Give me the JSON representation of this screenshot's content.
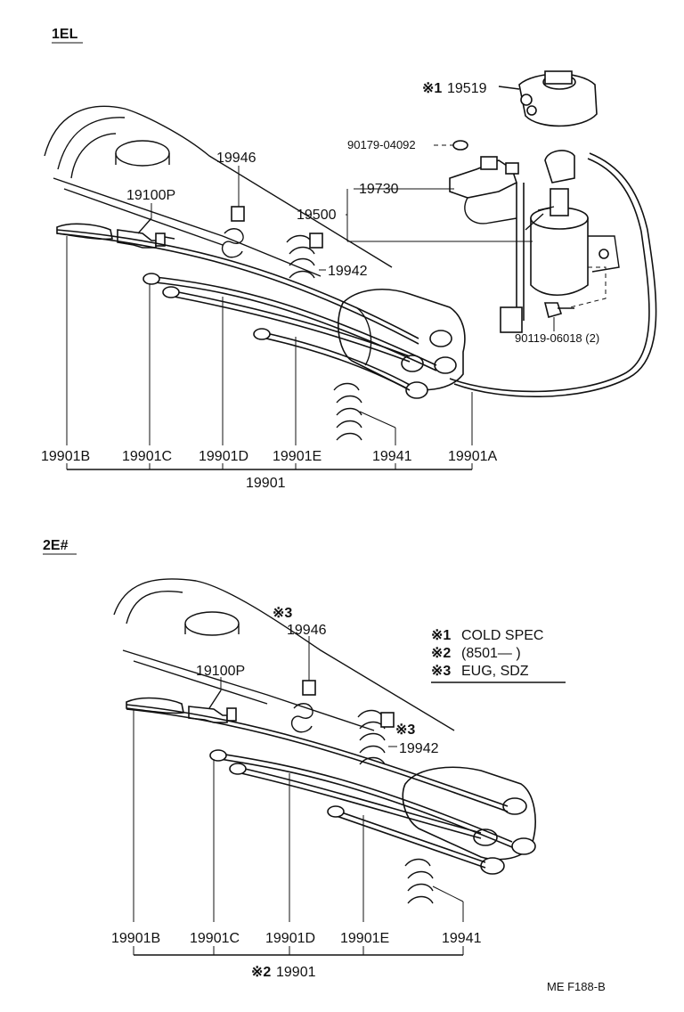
{
  "sections": [
    {
      "id": "1el",
      "heading": "1EL",
      "parts": {
        "cold_spec_mark": "※1",
        "cap": "19519",
        "nut": "90179-04092",
        "bracket": "19730",
        "coil": "19500",
        "bolt": "90119-06018 (2)",
        "clamp_top": "19946",
        "plug": "19100P",
        "clamp_mid": "19942",
        "clamp_low": "19941"
      },
      "wires": [
        "19901B",
        "19901C",
        "19901D",
        "19901E",
        "19941",
        "19901A"
      ],
      "set": "19901"
    },
    {
      "id": "2e",
      "heading": "2E#",
      "parts": {
        "mark_3a": "※3",
        "clamp_top": "19946",
        "plug": "19100P",
        "mark_3b": "※3",
        "clamp_mid": "19942"
      },
      "wires": [
        "19901B",
        "19901C",
        "19901D",
        "19901E",
        "19941"
      ],
      "set_mark": "※2",
      "set": "19901"
    }
  ],
  "legend": [
    {
      "mark": "※1",
      "text": "COLD SPEC"
    },
    {
      "mark": "※2",
      "text": "(8501—        )"
    },
    {
      "mark": "※3",
      "text": "EUG, SDZ"
    }
  ],
  "footer": "ME  F188-B"
}
